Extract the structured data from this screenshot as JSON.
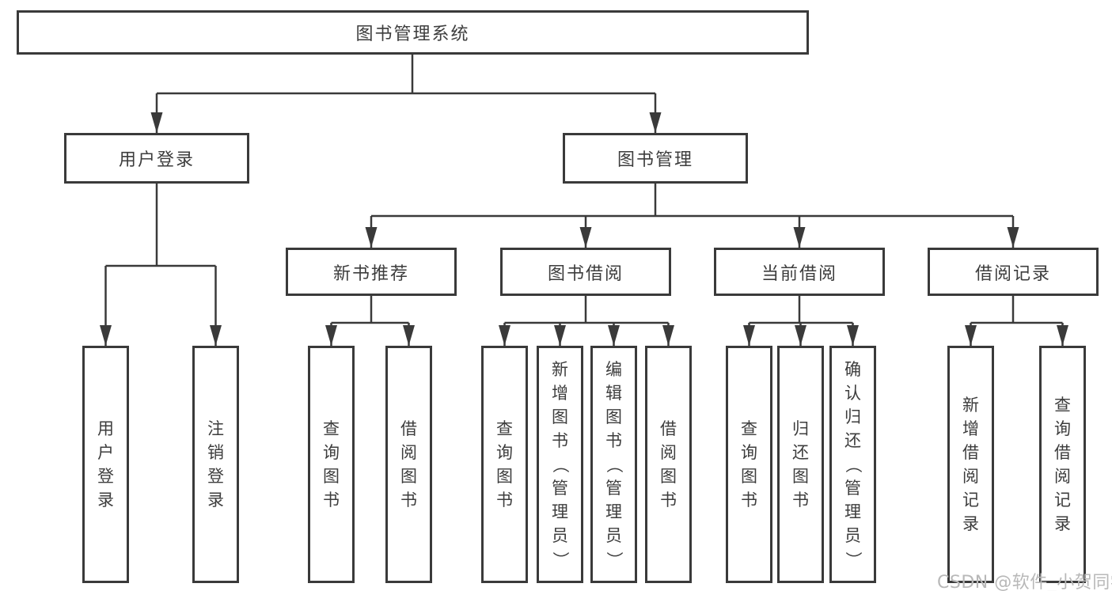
{
  "tree": {
    "label": "图书管理系统",
    "children": [
      {
        "label": "用户登录",
        "children": [
          {
            "label": "用户登录"
          },
          {
            "label": "注销登录"
          }
        ]
      },
      {
        "label": "图书管理",
        "children": [
          {
            "label": "新书推荐",
            "children": [
              {
                "label": "查询图书"
              },
              {
                "label": "借阅图书"
              }
            ]
          },
          {
            "label": "图书借阅",
            "children": [
              {
                "label": "查询图书"
              },
              {
                "label": "新增图书（管理员）"
              },
              {
                "label": "编辑图书（管理员）"
              },
              {
                "label": "借阅图书"
              }
            ]
          },
          {
            "label": "当前借阅",
            "children": [
              {
                "label": "查询图书"
              },
              {
                "label": "归还图书"
              },
              {
                "label": "确认归还（管理员）"
              }
            ]
          },
          {
            "label": "借阅记录",
            "children": [
              {
                "label": "新增借阅记录"
              },
              {
                "label": "查询借阅记录"
              }
            ]
          }
        ]
      }
    ]
  },
  "watermark": {
    "text": "CSDN @软件_小贺同学"
  },
  "colors": {
    "line": "#3a3a3a",
    "text": "#3d3d3d",
    "watermark": "#b8b8b8",
    "background": "#ffffff"
  }
}
